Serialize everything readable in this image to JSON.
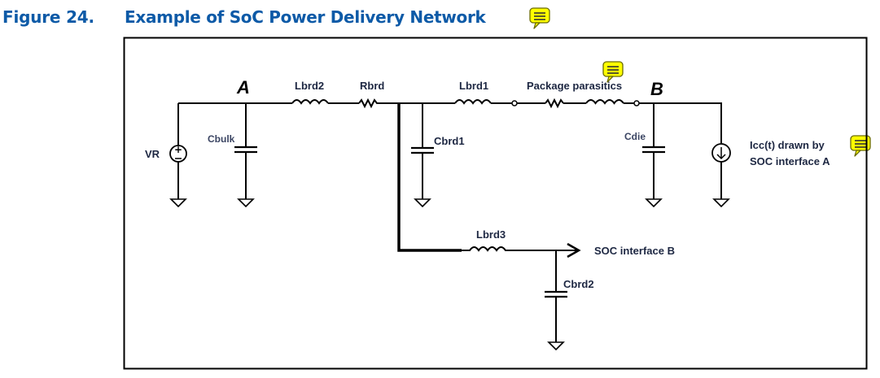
{
  "figure": {
    "number_label": "Figure 24.",
    "title": "Example of SoC Power Delivery Network"
  },
  "diagram": {
    "nodes": {
      "a": "A",
      "b": "B"
    },
    "components": {
      "vr": "VR",
      "cbulk": "Cbulk",
      "lbrd2": "Lbrd2",
      "rbrd": "Rbrd",
      "lbrd1": "Lbrd1",
      "cbrd1": "Cbrd1",
      "package": "Package parasitics",
      "cdie": "Cdie",
      "lbrd3": "Lbrd3",
      "cbrd2": "Cbrd2"
    },
    "annotations": {
      "icc_line1": "Icc(t) drawn by",
      "icc_line2": "SOC interface A",
      "soc_b": "SOC interface B"
    },
    "colors": {
      "title": "#0d5aa7",
      "label": "#1d2742",
      "comment_fill": "#ffff00",
      "comment_stroke": "#7a7a00"
    }
  }
}
